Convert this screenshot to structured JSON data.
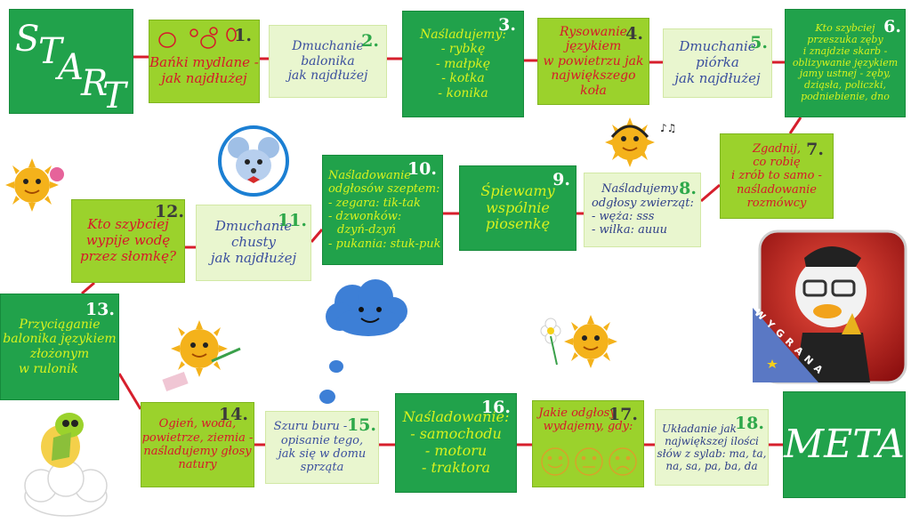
{
  "start": {
    "letters": [
      "S",
      "T",
      "A",
      "R",
      "T"
    ]
  },
  "meta": {
    "label": "META"
  },
  "tiles": [
    {
      "num": "1.",
      "lines": [
        "Bańki mydlane -",
        "jak najdłużej"
      ]
    },
    {
      "num": "2.",
      "lines": [
        "Dmuchanie",
        "balonika",
        "jak najdłużej"
      ]
    },
    {
      "num": "3.",
      "lines": [
        "Naśladujemy:",
        "- rybkę",
        "- małpkę",
        "- kotka",
        "- konika"
      ]
    },
    {
      "num": "4.",
      "lines": [
        "Rysowanie",
        "językiem",
        "w powietrzu jak",
        "największego",
        "koła"
      ]
    },
    {
      "num": "5.",
      "lines": [
        "Dmuchanie",
        "piórka",
        "jak najdłużej"
      ]
    },
    {
      "num": "6.",
      "lines": [
        "Kto szybciej",
        "przeszuka zęby",
        "i znajdzie skarb -",
        "oblizywanie językiem",
        "jamy ustnej - zęby,",
        "dziąsła, policzki,",
        "podniebienie, dno"
      ]
    },
    {
      "num": "7.",
      "lines": [
        "Zgadnij,",
        "co robię",
        "i zrób to samo -",
        "naśladowanie",
        "rozmówcy"
      ]
    },
    {
      "num": "8.",
      "lines": [
        "Naśladujemy",
        "odgłosy zwierząt:",
        "- węża: sss",
        "- wilka: auuu"
      ]
    },
    {
      "num": "9.",
      "lines": [
        "Śpiewamy",
        "wspólnie",
        "piosenkę"
      ]
    },
    {
      "num": "10.",
      "lines": [
        "Naśladowanie",
        "odgłosów szeptem:",
        "- zegara: tik-tak",
        "- dzwonków:",
        "  dzyń-dzyń",
        "- pukania: stuk-puk"
      ]
    },
    {
      "num": "11.",
      "lines": [
        "Dmuchanie",
        "chusty",
        "jak najdłużej"
      ]
    },
    {
      "num": "12.",
      "lines": [
        "Kto szybciej",
        "wypije wodę",
        "przez słomkę?"
      ]
    },
    {
      "num": "13.",
      "lines": [
        "Przyciąganie",
        "balonika językiem",
        "złożonym",
        "w rulonik"
      ]
    },
    {
      "num": "14.",
      "lines": [
        "Ogień, woda,",
        "powietrze, ziemia -",
        "naśladujemy głosy",
        "natury"
      ]
    },
    {
      "num": "15.",
      "lines": [
        "Szuru buru -",
        "opisanie tego,",
        "jak się w domu",
        "sprząta"
      ]
    },
    {
      "num": "16.",
      "lines": [
        "Naśladowanie:",
        "- samochodu",
        "- motoru",
        "- traktora"
      ]
    },
    {
      "num": "17.",
      "lines": [
        "Jakie odgłosy",
        "wydajemy, gdy:"
      ]
    },
    {
      "num": "18.",
      "lines": [
        "Układanie jak",
        "największej ilości",
        "słów z sylab: ma, ta,",
        "na, sa, pa, ba, da"
      ]
    }
  ],
  "badge": {
    "text": "WYGRANA"
  },
  "colors": {
    "lime": "#9bd22c",
    "green": "#21a24b",
    "pale": "#e9f6cf",
    "red_text": "#d6182a",
    "yellow_text": "#d8f21e",
    "blue_text": "#3a4f9e",
    "connector": "#d61f2c"
  }
}
